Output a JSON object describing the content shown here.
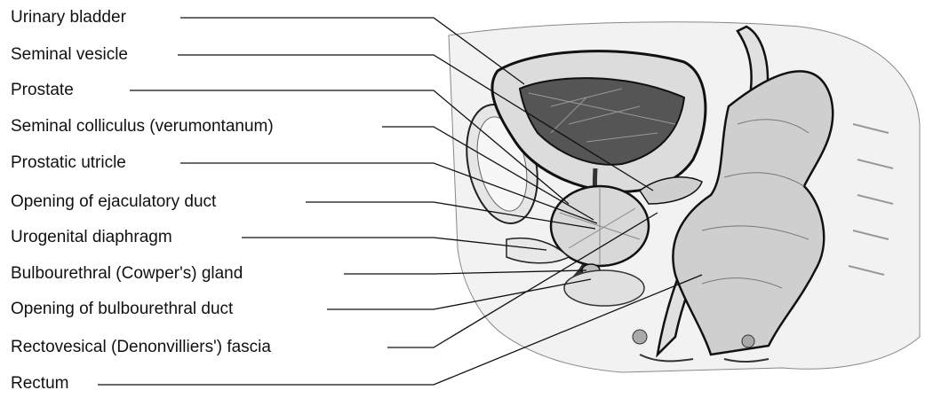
{
  "labels": [
    "Urinary bladder",
    "Seminal vesicle",
    "Prostate",
    "Seminal colliculus (verumontanum)",
    "Prostatic utricle",
    "Opening of ejaculatory duct",
    "Urogenital diaphragm",
    "Bulbourethral (Cowper's) gland",
    "Opening of bulbourethral duct",
    "Rectovesical (Denonvilliers') fascia",
    "Rectum"
  ]
}
